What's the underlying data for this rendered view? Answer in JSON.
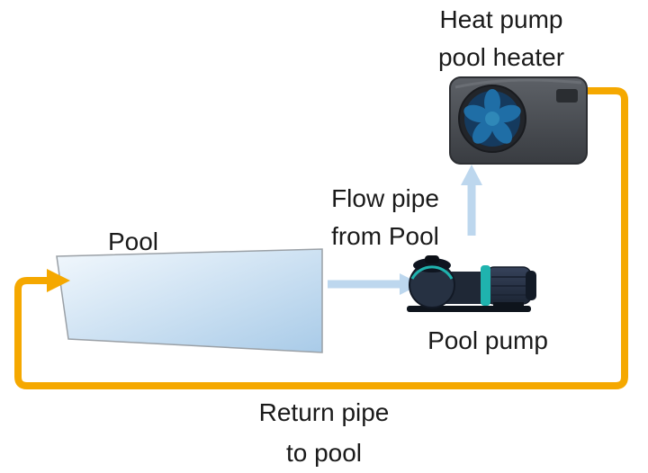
{
  "labels": {
    "heater": [
      "Heat pump",
      "pool heater"
    ],
    "pool": "Pool",
    "flow": [
      "Flow pipe",
      "from Pool"
    ],
    "pump": "Pool pump",
    "return_pipe": [
      "Return pipe",
      "to pool"
    ]
  },
  "icons": {
    "heat_pump": "heat-pump-unit-with-fan",
    "pool_pump": "pool-pump-with-motor",
    "pool": "pool-water-panel"
  },
  "colors": {
    "pipe_orange": "#F5A800",
    "arrow_blue": "#BDD7EE",
    "pool_fill_light": "#F2F8FD",
    "pool_fill_dark": "#A9CBE8",
    "text": "#1A1A1A",
    "pump_teal": "#1FB3AE",
    "fan_blue": "#1F6EA6"
  }
}
